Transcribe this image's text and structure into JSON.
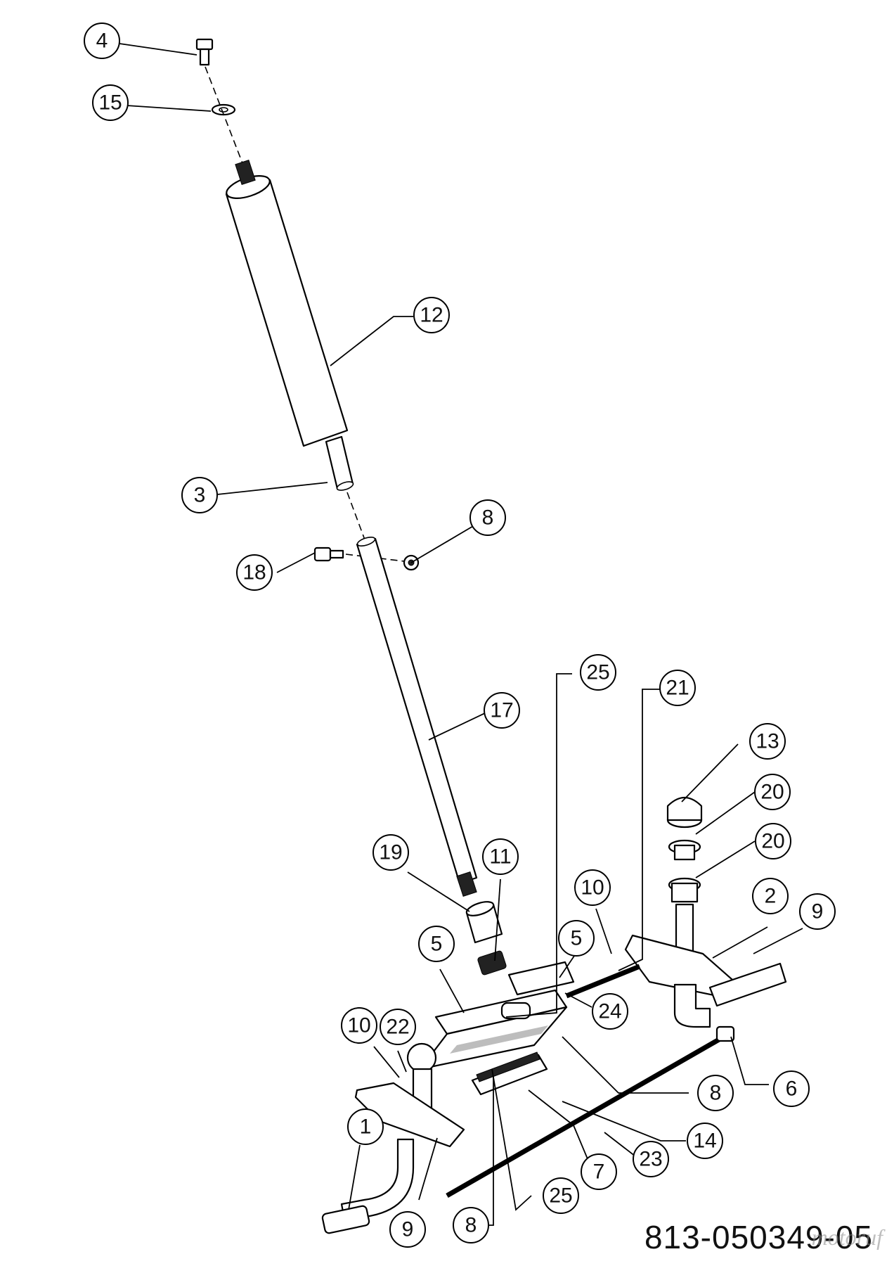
{
  "diagram": {
    "document_number": "813-050349-05",
    "watermark": "motoruf",
    "callouts": [
      "4",
      "15",
      "12",
      "3",
      "8",
      "18",
      "17",
      "25",
      "21",
      "13",
      "20",
      "20",
      "19",
      "11",
      "10",
      "2",
      "9",
      "5",
      "5",
      "24",
      "10",
      "22",
      "8",
      "6",
      "14",
      "23",
      "7",
      "1",
      "25",
      "9",
      "8"
    ]
  }
}
